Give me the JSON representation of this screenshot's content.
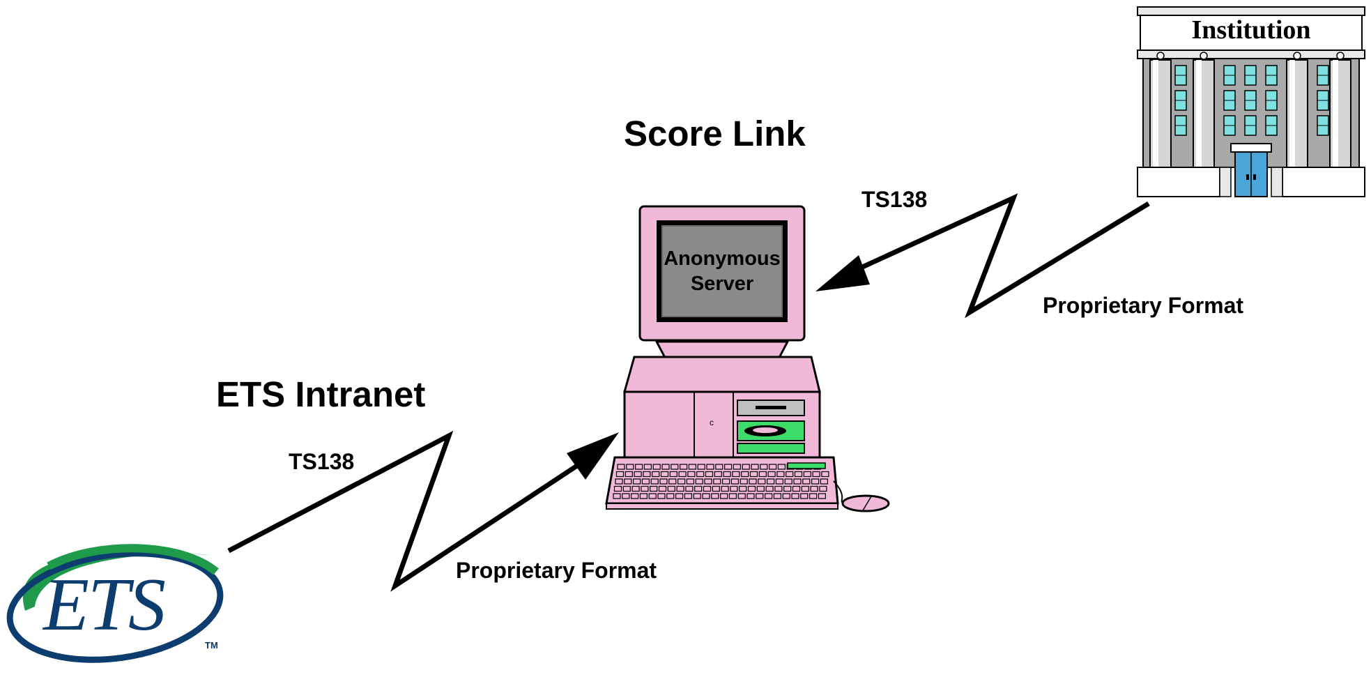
{
  "labels": {
    "score_link": "Score Link",
    "ets_intranet": "ETS Intranet",
    "ts138_top": "TS138",
    "ts138_bottom": "TS138",
    "proprietary_top": "Proprietary Format",
    "proprietary_bottom": "Proprietary Format"
  },
  "server": {
    "line1": "Anonymous",
    "line2": "Server"
  },
  "institution": {
    "title": "Institution"
  },
  "ets_logo": {
    "wordmark": "ETS",
    "trademark": "TM"
  },
  "colors": {
    "computer_pink": "#f2b8d8",
    "computer_green": "#3ddc6a",
    "screen_gray": "#8a8a8a",
    "ets_blue": "#0d3c6e",
    "ets_green": "#1f9a4a",
    "building_gray": "#9a9a9a",
    "window_cyan": "#7fe0e0"
  }
}
